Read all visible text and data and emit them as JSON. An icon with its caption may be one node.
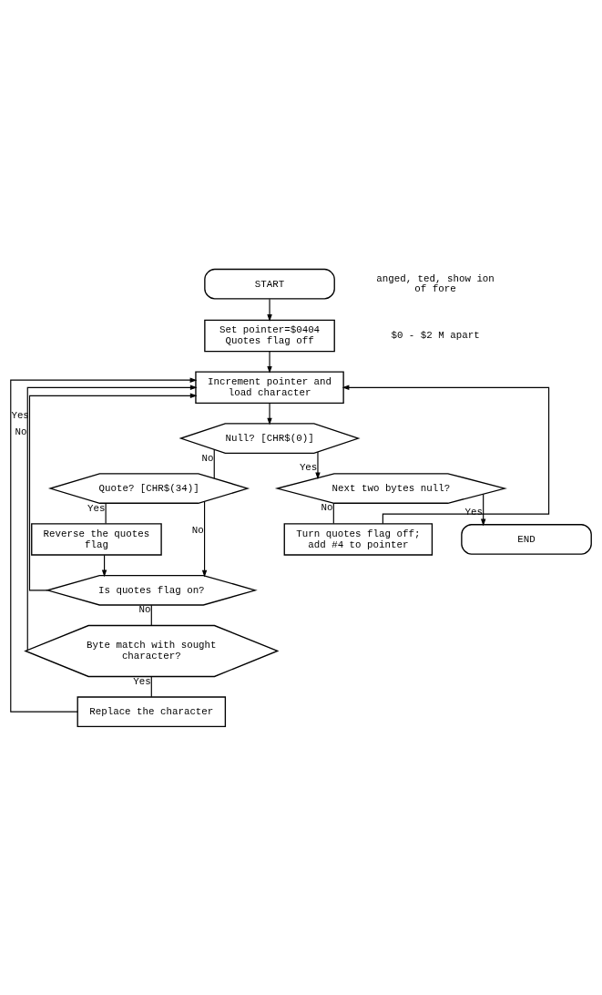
{
  "diagram": {
    "nodes": [
      {
        "text": [
          "START"
        ]
      },
      {
        "text": [
          "Set pointer=$0404",
          "Quotes flag off"
        ]
      },
      {
        "text": [
          "Increment pointer and load character"
        ]
      },
      {
        "text": [
          "Null? [CHR$(0)]"
        ]
      },
      {
        "text": [
          "Quote? [CHR$(34)]"
        ]
      },
      {
        "text": [
          "Reverse the quotes flag"
        ]
      },
      {
        "text": [
          "Is quotes flag on?"
        ]
      },
      {
        "text": [
          "Byte match with sought character?"
        ]
      },
      {
        "text": [
          "Replace the character"
        ]
      },
      {
        "text": [
          "Next two bytes null?"
        ]
      },
      {
        "text": [
          "Turn quotes flag off; add #4 to pointer"
        ]
      },
      {
        "text": [
          "END"
        ]
      }
    ],
    "edges": [
      {
        "from": 0,
        "to": 1,
        "arrow": "to"
      },
      {
        "from": 1,
        "to": 2,
        "arrow": "to"
      },
      {
        "from": 2,
        "to": 3,
        "arrow": "to"
      },
      {
        "from": 3,
        "to": 9,
        "arrow": "to",
        "label": "Yes"
      },
      {
        "from": 3,
        "to": 4,
        "arrow": "none",
        "label": "No"
      },
      {
        "from": 4,
        "to": 5,
        "arrow": "none",
        "label": "Yes"
      },
      {
        "from": 4,
        "to": 6,
        "arrow": "to",
        "label": "No"
      },
      {
        "from": 5,
        "to": 6,
        "arrow": "to"
      },
      {
        "from": 6,
        "to": 2,
        "arrow": "to",
        "label": "Yes"
      },
      {
        "from": 6,
        "to": 7,
        "arrow": "none",
        "label": "No"
      },
      {
        "from": 7,
        "to": 2,
        "arrow": "to",
        "label": "No"
      },
      {
        "from": 7,
        "to": 8,
        "arrow": "none",
        "label": "Yes"
      },
      {
        "from": 8,
        "to": 2,
        "arrow": "to"
      },
      {
        "from": 9,
        "to": 11,
        "arrow": "to",
        "label": "Yes"
      },
      {
        "from": 9,
        "to": 10,
        "arrow": "none",
        "label": "No"
      },
      {
        "from": 10,
        "to": 2,
        "arrow": "to"
      }
    ],
    "labels": [
      "anged, ted, show ion of fore",
      "$0 - $2 M apart"
    ]
  }
}
